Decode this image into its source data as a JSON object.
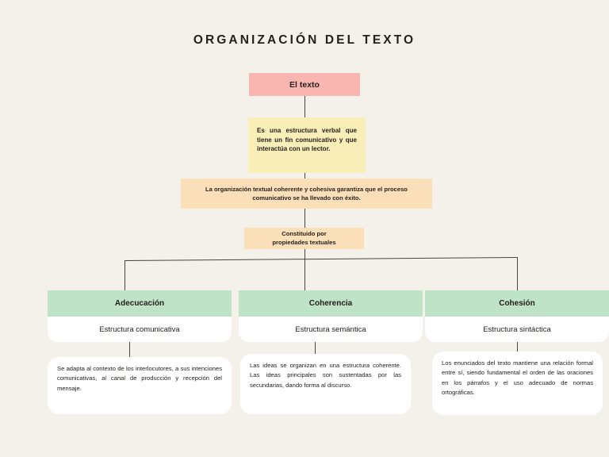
{
  "page": {
    "title": "ORGANIZACIÓN DEL TEXTO",
    "background_color": "#f4f0ea"
  },
  "flow": {
    "root": {
      "label": "El texto",
      "color": "#f9b5b0"
    },
    "definition": {
      "text": "Es una estructura verbal que tiene un fin comunicativo y que interactúa con un lector.",
      "color": "#faeeb8"
    },
    "statement": {
      "text": "La organización textual coherente y cohesiva  garantiza que el proceso comunicativo se ha llevado con éxito.",
      "color": "#fbdfb8"
    },
    "constituted": {
      "line1": "Constituido por",
      "line2": "propiedades textuales",
      "color": "#fbdfb8"
    }
  },
  "properties": [
    {
      "title": "Adecucación",
      "subtitle": "Estructura comunicativa",
      "description": " Se adapta al contexto de los interlocutores, a sus intenciones comunicativas, al canal de producción y recepción del mensaje.",
      "header_color": "#bfe3c6"
    },
    {
      "title": "Coherencia",
      "subtitle": "Estructura semántica",
      "description": "Las ideas se organizan en una estructura coherente. Las ideas principales son sustentadas por las secundarias, dando forma al discurso.",
      "header_color": "#bfe3c6"
    },
    {
      "title": "Cohesión",
      "subtitle": "Estructura sintáctica",
      "description": "Los enunciados del texto mantiene una relación formal entre sí, siendo fundamental el orden de las oraciones en los párrafos y el uso adecuado de normas ortográficas.",
      "header_color": "#bfe3c6"
    }
  ]
}
